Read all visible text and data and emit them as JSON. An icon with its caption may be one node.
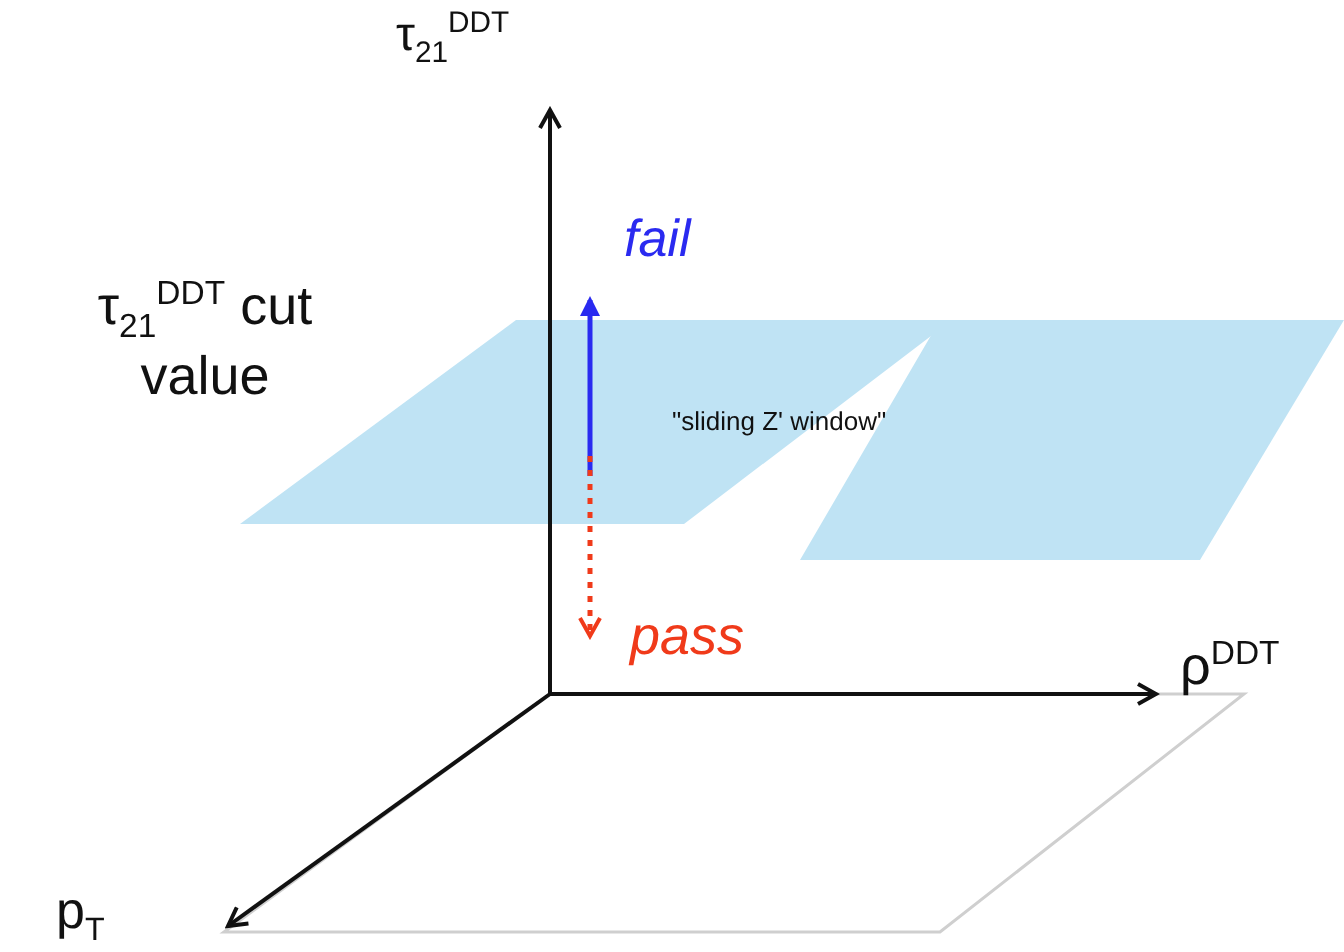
{
  "diagram": {
    "labels": [
      "τ$_{21}$$^{DDT}$",
      "fail",
      "τ$_{21}$$^{DDT}$ cut value",
      "\"sliding Z' window\"",
      "pass",
      "ρ$^{DDT}$",
      "p$_{T}$"
    ]
  }
}
